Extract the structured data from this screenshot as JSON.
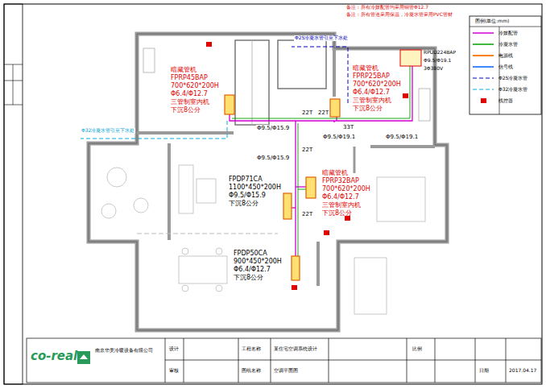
{
  "diagram": {
    "labels": [
      "备注：所有冷媒配管均采用铜管Φ12.7",
      "备注：所有管道采用保温，冷凝水管采用PVC管材",
      "Φ25冷凝水管引至下水处",
      "Φ32冷凝水管引至下水处",
      "暗藏管机",
      "FPRP45BAP",
      "700*620*200H",
      "Φ6.4/Φ12.7",
      "三管制室内机",
      "下沉8公分",
      "暗藏管机",
      "FPRP25BAP",
      "700*620*200H",
      "Φ6.4/Φ12.7",
      "三管制室内机",
      "下沉8公分",
      "FPDP71CA",
      "1100*450*200H",
      "Φ9.5/Φ15.9",
      "下沉8公分",
      "暗藏管机",
      "FPRP32BAP",
      "700*620*200H",
      "Φ6.4/Φ12.7",
      "三管制室内机",
      "下沉8公分",
      "FPDP50CA",
      "900*450*200H",
      "Φ6.4/Φ12.7",
      "下沉8公分",
      "22T",
      "22T",
      "Φ9.5/Φ15.9",
      "33T",
      "Φ9.5/Φ19.1",
      "Φ9.5/Φ19.1",
      "22T",
      "Φ9.5/Φ15.9",
      "22T",
      "RPUD224BAP",
      "Φ9.5/Φ19.1",
      "3Φ380V",
      "co-real",
      "南京华美冷暖设备有限公司",
      "设计",
      "审核",
      "工程名称",
      "某住宅空调系统设计",
      "图纸名称",
      "空调平面图",
      "比例",
      "日期",
      "2017.04.17",
      "图例(单位:mm)"
    ],
    "legend": [
      {
        "text": "冷媒配管"
      },
      {
        "text": "冷凝水管"
      },
      {
        "text": "电源线"
      },
      {
        "text": "信号线"
      },
      {
        "text": "Φ25冷凝水管"
      },
      {
        "text": "Φ32冷凝水管"
      },
      {
        "text": "线控器"
      }
    ]
  }
}
